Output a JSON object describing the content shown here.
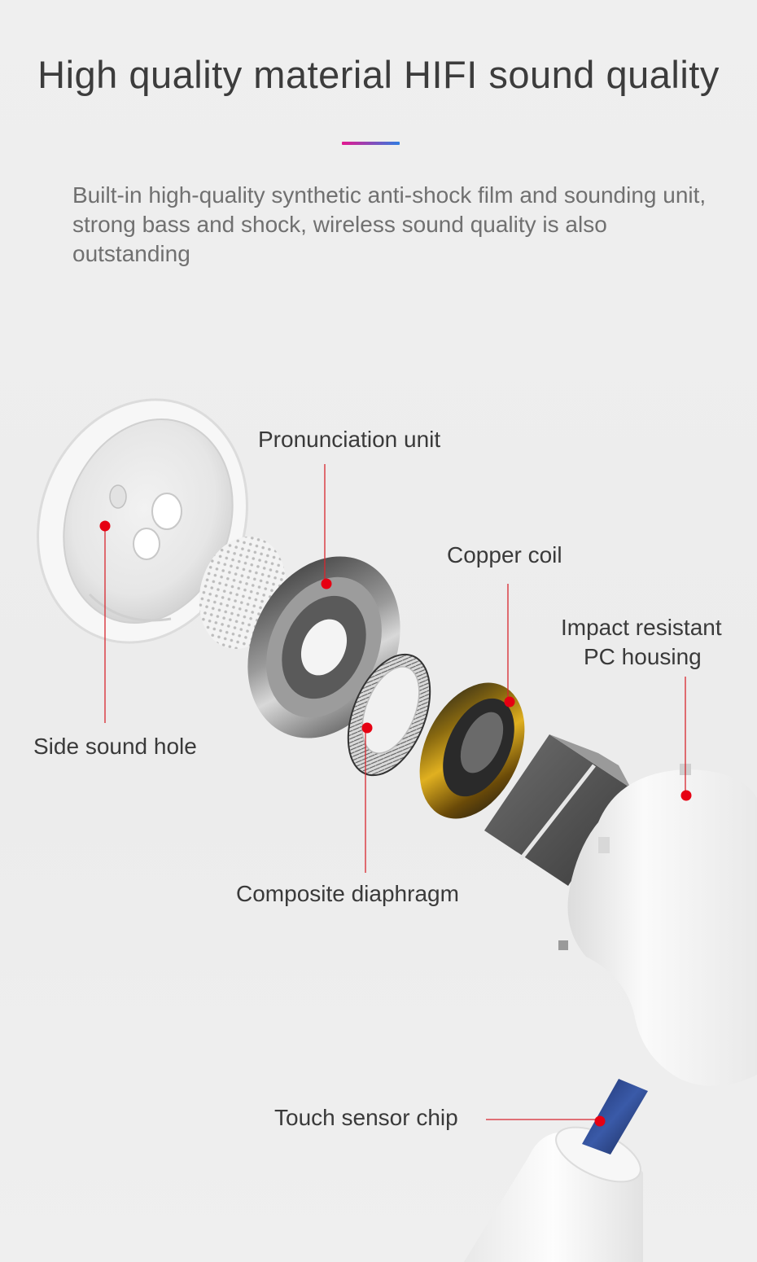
{
  "header": {
    "title": "High quality material HIFI sound quality",
    "description": "Built-in high-quality synthetic anti-shock film and sounding unit, strong bass and shock, wireless sound quality is also outstanding"
  },
  "callouts": {
    "pronunciation_unit": "Pronunciation unit",
    "copper_coil": "Copper coil",
    "impact_housing_line1": "Impact resistant",
    "impact_housing_line2": "PC housing",
    "side_sound_hole": "Side sound hole",
    "composite_diaphragm": "Composite diaphragm",
    "touch_sensor_chip": "Touch sensor chip"
  },
  "colors": {
    "accent_start": "#e4178f",
    "accent_end": "#2f7de1",
    "callout_line": "#d8262e",
    "callout_dot": "#e60012"
  }
}
